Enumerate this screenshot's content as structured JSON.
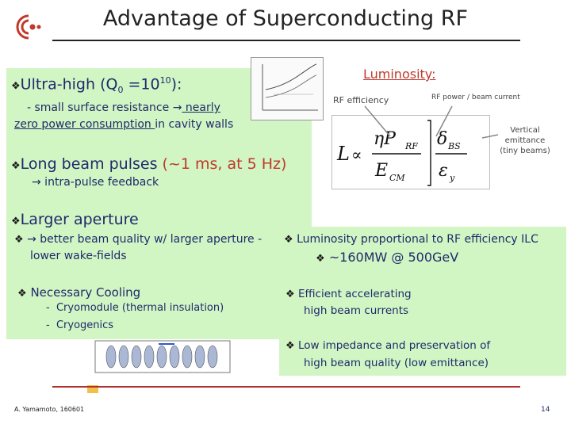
{
  "slide": {
    "title": "Advantage of Superconducting RF",
    "page_number": "14",
    "author": "A. Yamamoto, 160601"
  },
  "left": {
    "b1_head": "Ultra-high (Q",
    "b1_sub": "0",
    "b1_tail": " =10",
    "b1_sup": "10",
    "b1_end": "):",
    "b1_line1": "- small surface resistance ",
    "b1_line1_u": " nearly",
    "b1_line2_u": " zero power consumption ",
    "b1_line2_tail": "in cavity walls",
    "b2_head": "Long beam pulses ",
    "b2_red": "(~1 ms, at 5 Hz)",
    "b2_sub": " intra-pulse feedback",
    "b3_head": "Larger aperture",
    "b3_line1": " better beam quality w/ larger aperture -",
    "b3_line2": "lower wake-fields",
    "b4_head": "Necessary Cooling",
    "b4_items": [
      "Cryomodule (thermal insulation)",
      "Cryogenics"
    ]
  },
  "right": {
    "lum_head": "Luminosity:",
    "rf_eff": "RF efficiency",
    "rf_power": "RF power / beam current",
    "vertical": "Vertical",
    "emittance": "emittance",
    "tiny": "(tiny beams)",
    "b_lum_line1": "Luminosity proportional to RF efficiency ILC",
    "b_lum_line2": "~160MW @ 500GeV",
    "b_eff_line1": "Efficient  accelerating",
    "b_eff_line2": "high beam currents",
    "b_low_line1": "Low impedance and preservation of",
    "b_low_line2": "high beam quality (low emittance)"
  },
  "colors": {
    "accent_red": "#c0392b",
    "text_blue": "#1f2a6b",
    "panel_green": "#d2f5c4"
  }
}
